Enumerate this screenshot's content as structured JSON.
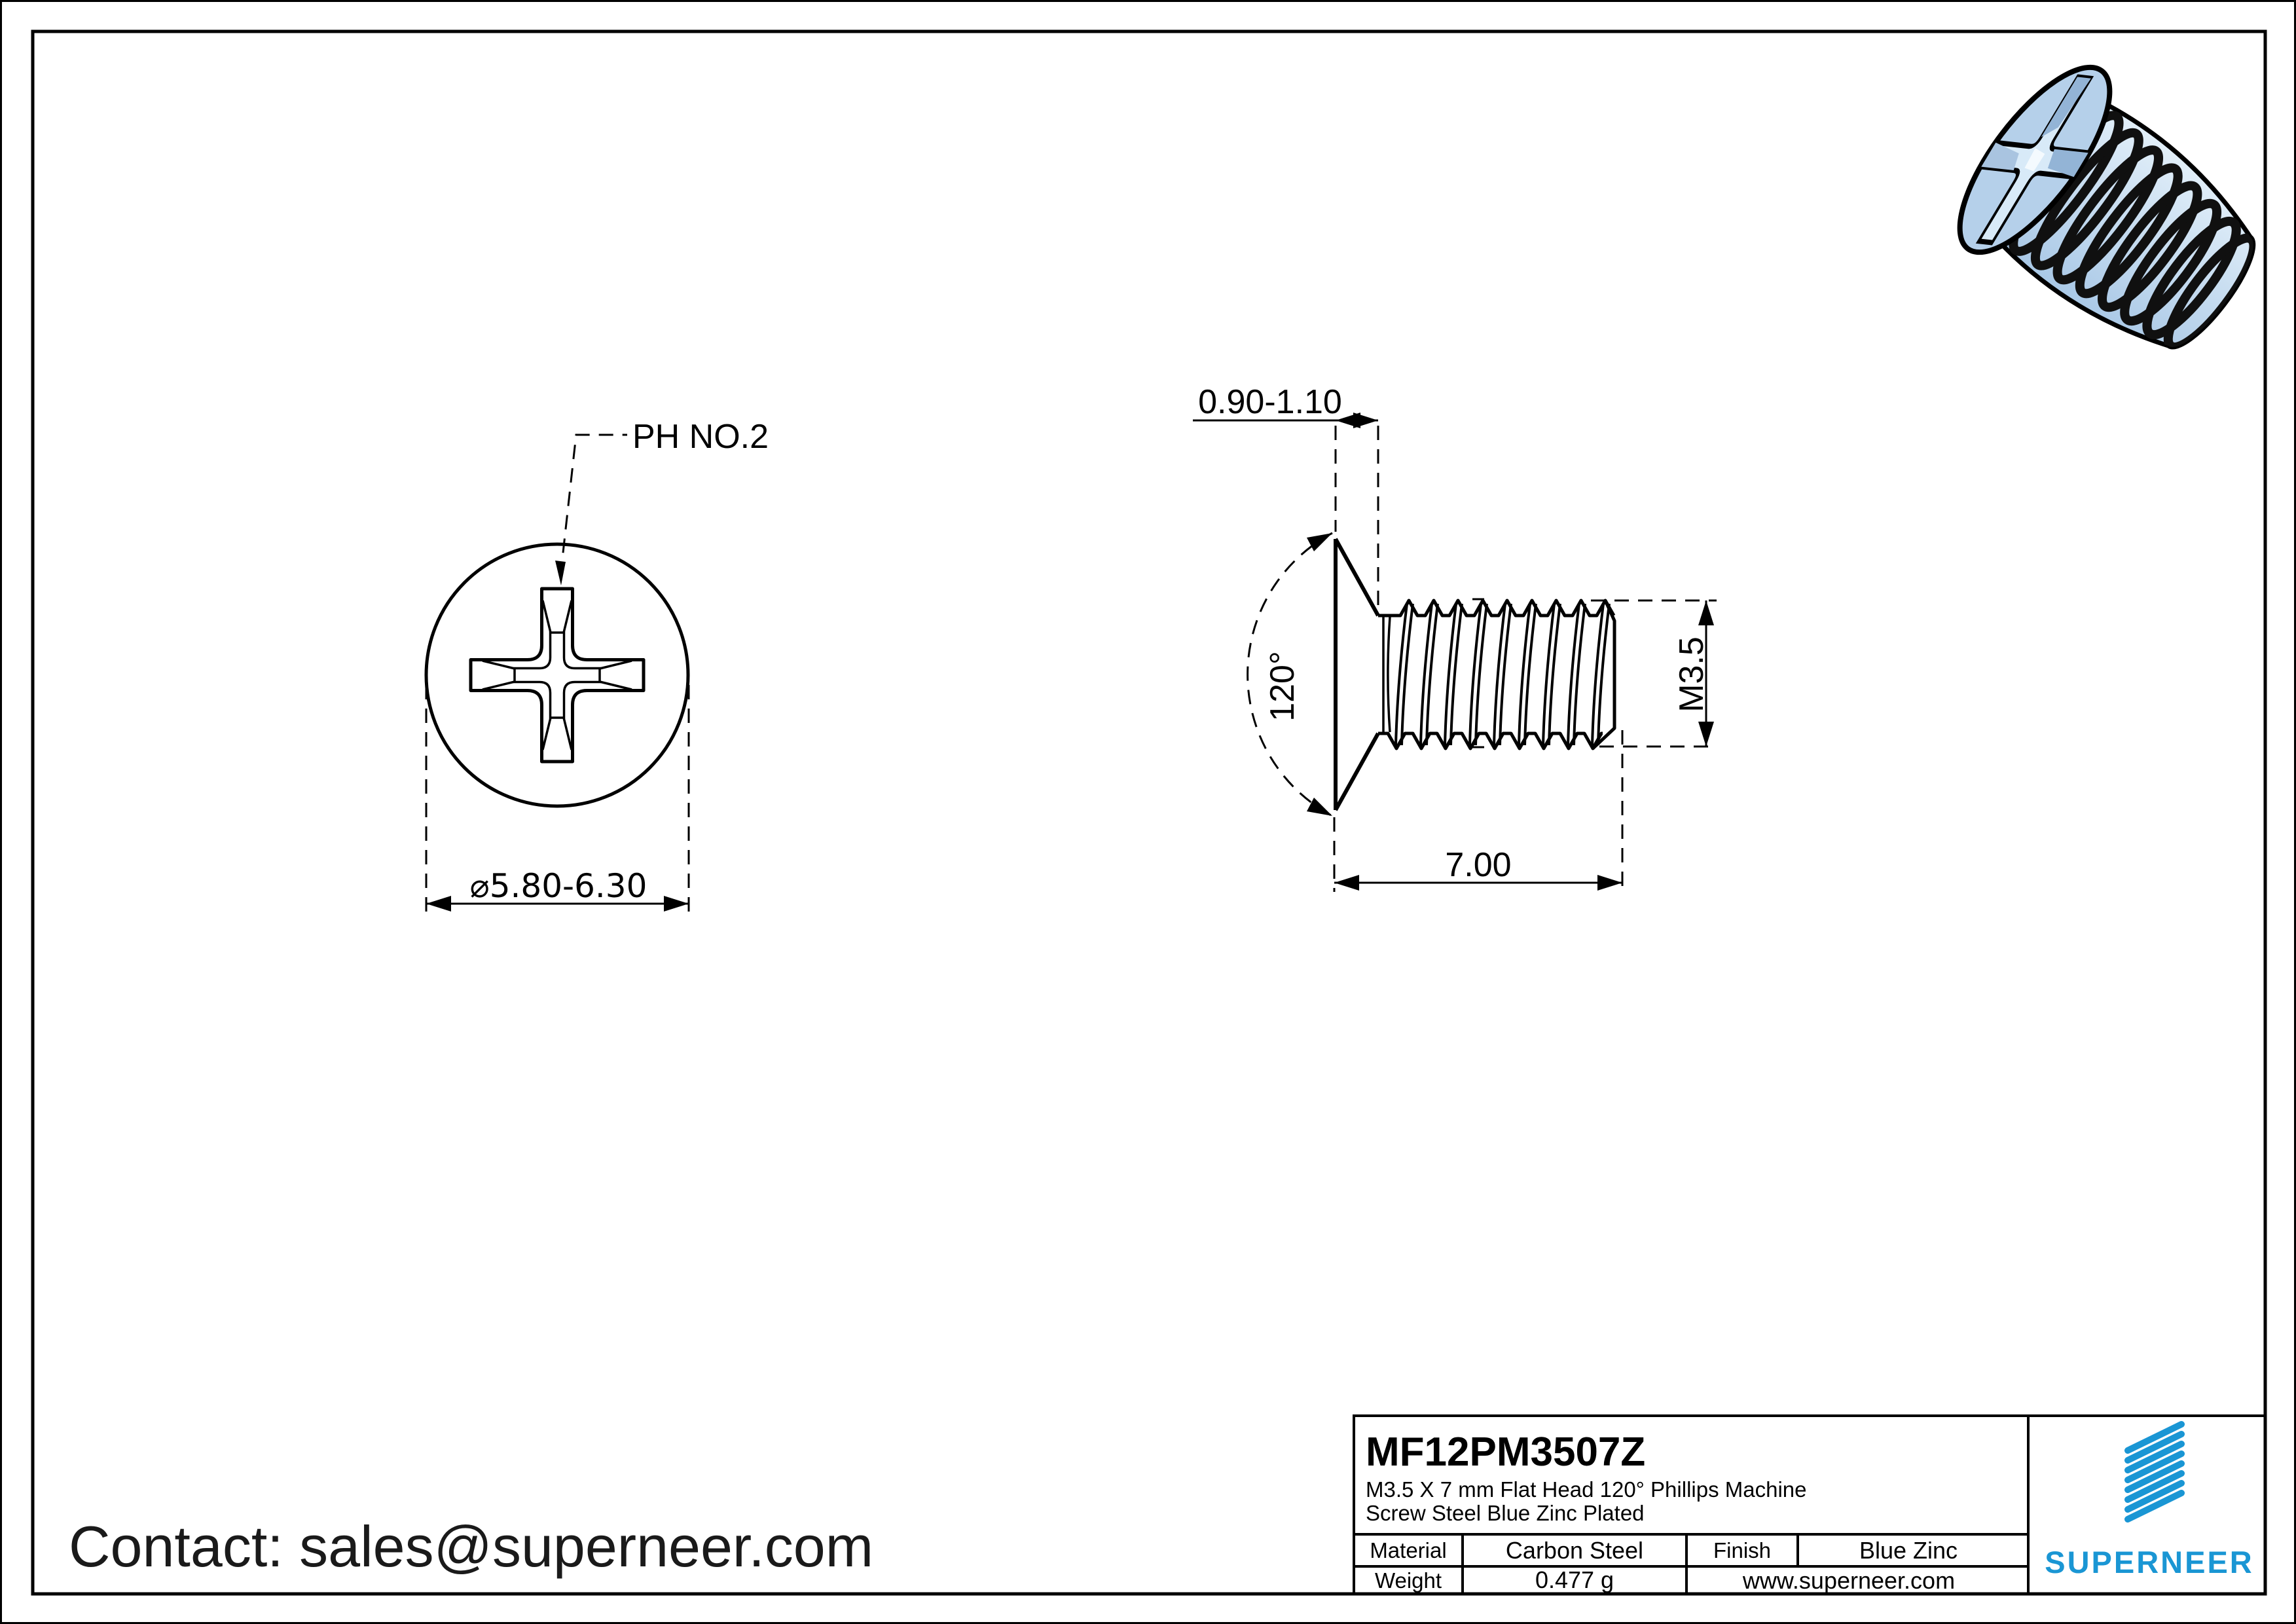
{
  "page": {
    "contact": "Contact: sales@superneer.com"
  },
  "front_view": {
    "ph_label": "PH NO.2",
    "diameter_label": "⌀5.80-6.30"
  },
  "side_view": {
    "head_height_label": "0.90-1.10",
    "angle_label": "120°",
    "thread_label": "M3.5",
    "length_label": "7.00"
  },
  "title_block": {
    "part_number": "MF12PM3507Z",
    "description_line1": "M3.5 X 7 mm  Flat Head 120° Phillips Machine",
    "description_line2": "Screw Steel Blue Zinc Plated",
    "material_label": "Material",
    "material_value": "Carbon Steel",
    "finish_label": "Finish",
    "finish_value": "Blue Zinc",
    "weight_label": "Weight",
    "weight_value": "0.477 g",
    "website": "www.superneer.com",
    "brand": "SUPERNEER"
  },
  "colors": {
    "brand_blue": "#1a96d4",
    "link_blue": "#1878be",
    "screw_fill": "#b5d0ea",
    "screw_light": "#ddeefa",
    "screw_shadow": "#8fb0d4",
    "line": "#000000"
  }
}
